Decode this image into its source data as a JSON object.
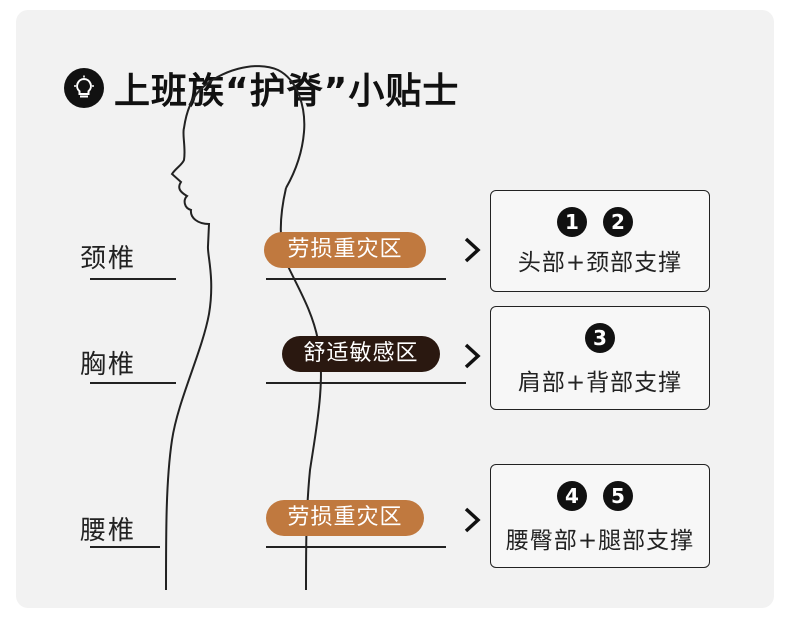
{
  "title": "上班族“护脊”小贴士",
  "regions": [
    {
      "label": "颈椎",
      "tag": "劳损重灾区",
      "tag_style": "orange",
      "numbers": [
        "1",
        "2"
      ],
      "support": "头部+颈部支撑"
    },
    {
      "label": "胸椎",
      "tag": "舒适敏感区",
      "tag_style": "dark",
      "numbers": [
        "3"
      ],
      "support": "肩部+背部支撑"
    },
    {
      "label": "腰椎",
      "tag": "劳损重灾区",
      "tag_style": "orange",
      "numbers": [
        "4",
        "5"
      ],
      "support": "腰臀部+腿部支撑"
    }
  ],
  "colors": {
    "orange": "#c0793f",
    "dark": "#2a1810",
    "background": "#f2f2f2"
  }
}
